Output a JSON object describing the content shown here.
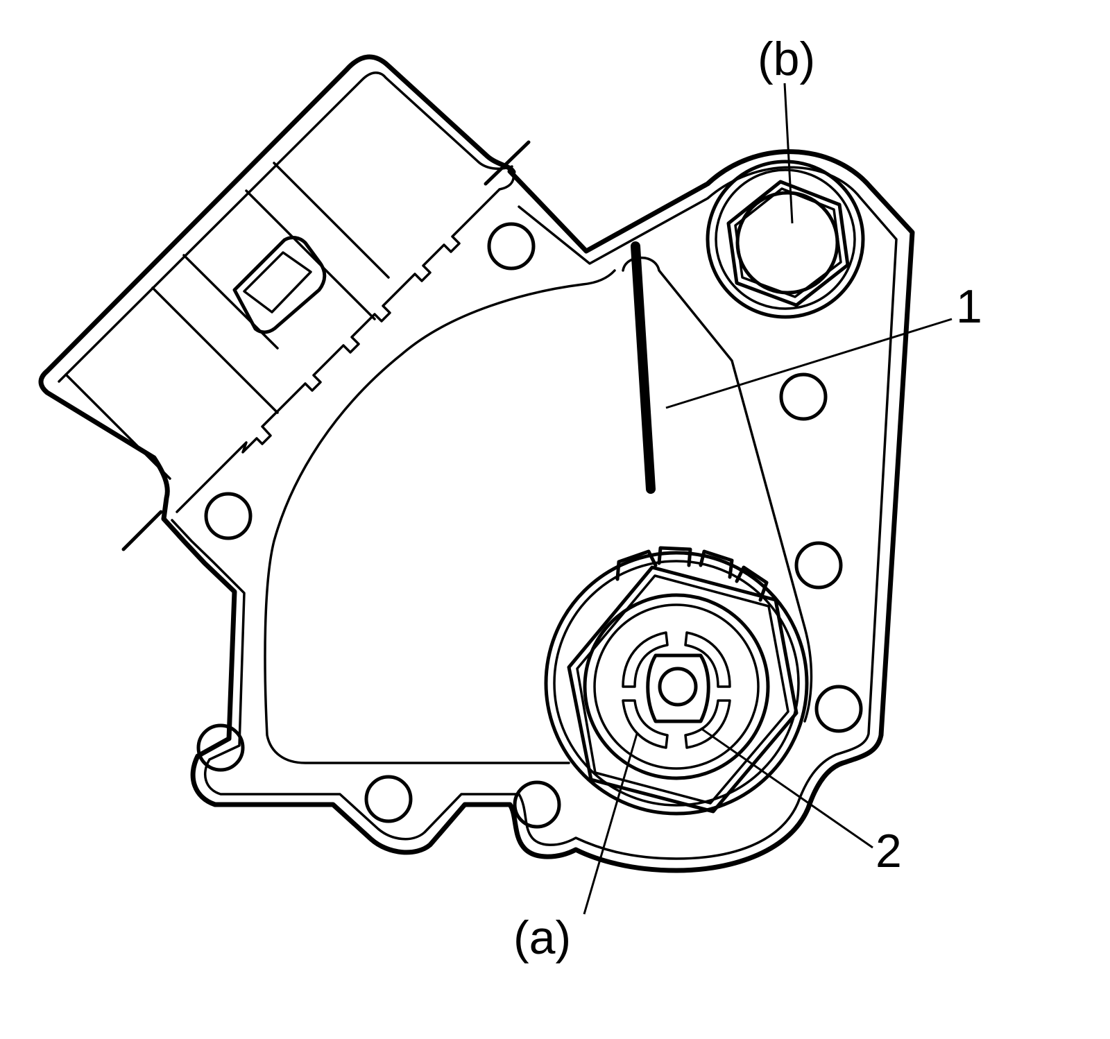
{
  "callouts": {
    "part_1": "1",
    "part_2": "2",
    "point_a": "(a)",
    "point_b": "(b)"
  }
}
